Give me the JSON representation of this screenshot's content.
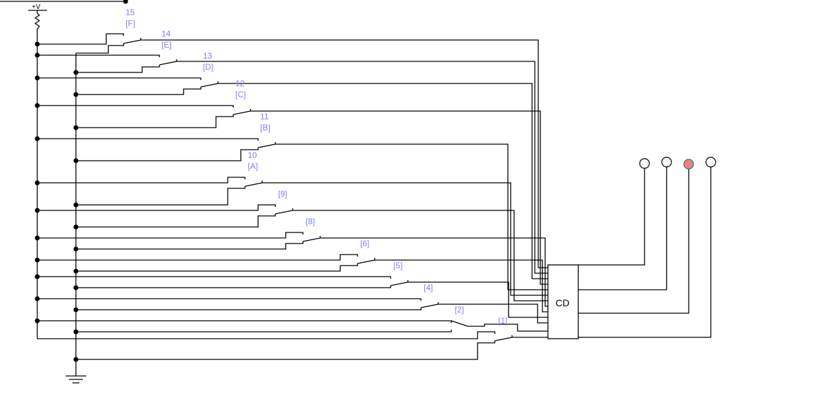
{
  "power": {
    "supply_label": "+V"
  },
  "decoder": {
    "label": "CD"
  },
  "switches": [
    {
      "number": "15",
      "letter": "[F]"
    },
    {
      "number": "14",
      "letter": "[E]"
    },
    {
      "number": "13",
      "letter": "[D]"
    },
    {
      "number": "12",
      "letter": "[C]"
    },
    {
      "number": "11",
      "letter": "[B]"
    },
    {
      "number": "10",
      "letter": "[A]"
    },
    {
      "number": "",
      "letter": "[9]"
    },
    {
      "number": "",
      "letter": "[8]"
    },
    {
      "number": "",
      "letter": "[6]"
    },
    {
      "number": "",
      "letter": "[5]"
    },
    {
      "number": "",
      "letter": "[4]"
    },
    {
      "number": "",
      "letter": "[2]"
    },
    {
      "number": "",
      "letter": "[1]"
    }
  ],
  "lamps": [
    {
      "state": "off",
      "color": "#ffffff"
    },
    {
      "state": "off",
      "color": "#ffffff"
    },
    {
      "state": "on",
      "color": "#f08080"
    },
    {
      "state": "off",
      "color": "#ffffff"
    }
  ]
}
